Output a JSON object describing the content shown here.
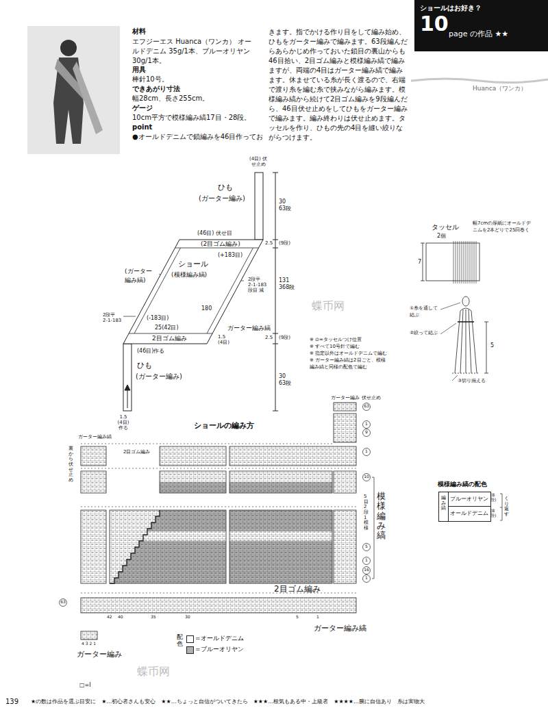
{
  "diagram": {
    "nodes": [
      {
        "text": [
          "ショールはお好き？",
          "10",
          "page の作品 ★★"
        ]
      },
      {
        "text": [
          "ショール",
          "(模様編み縞)"
        ]
      },
      {
        "text": [
          "模様編み縞の配色"
        ]
      },
      {
        "text": [
          "編み縞"
        ],
        "in": 2
      },
      {
        "text": [
          "ブルーオリヤン"
        ],
        "in": 2
      },
      {
        "text": [
          "オールドデニム"
        ],
        "in": 2
      }
    ],
    "labels": [
      "材料",
      "エフジーエス Huanca（ワンカ） オールドデニム 35g/1本、ブルーオリヤン 30g/1本。",
      "用具",
      "棒針10号。",
      "できあがり寸法",
      "幅28cm、長さ255cm。",
      "ゲージ",
      "10cm平方で模様編み縞17目・28段。",
      "point",
      "●オールドデニムで鎖編みを46目作ってお",
      "きます。指でかける作り目をして編み始め、ひもをガーター編みで編みます。63段編んだらあらかじめ作っておいた鎖目の裏山からも46目拾い、2目ゴム編みと模様編み縞で編みますが、両端の4目はガーター編み縞で編みます。休ませている糸が長く渡るので、右端で渡り糸を編む糸で挟みながら編みます。模様編み縞から続けて2目ゴム編みを9段編んだら、46目伏せ止めをしてひもをガーター編みで編みます。編み終わりは伏せ止めます。タッセルを作り、ひもの先の4目を縫い絞りながらつけます。",
      "Huanca（ワンカ）",
      "(4目) 伏せ止め",
      "ひも",
      "(ガーター編み)",
      "30",
      "63段",
      "(46目) 伏せ目",
      "(2目ゴム編み)",
      "2.5",
      "(9段)",
      "(+183目)",
      "(ガーター 編み縞)",
      "2段平",
      "2-1-183",
      "段目 減",
      "131",
      "368段",
      "2段平",
      "2-1-183",
      "(-183目)",
      "180",
      "ガーター編み縞",
      "25(42目)",
      "2目ゴム編み",
      "1.5",
      "(4目)",
      "2.5",
      "(9段)",
      "(46目)作る",
      "ひも",
      "(ガーター編み)",
      "30",
      "63段",
      "1.5",
      "(4目)",
      "作る",
      "※ ⊙=タッセルつけ位置",
      "※ すべて10号針で編む",
      "※ 指定以外はオールドデニムで編む",
      "※ ガーター編み縞は2目ごと、模様編み縞と同様の配色で編む",
      "タッセル",
      "2個",
      "幅7cmの厚紙にオールドデニムを2本どりで25回巻く",
      "7",
      "①糸を通して結ぶ",
      "②絞って結ぶ",
      "5",
      "③切り揃える",
      "ガーター編み",
      "伏せ止め",
      "63",
      "1",
      "9",
      "1",
      "10",
      "5",
      "1",
      "16",
      "1",
      "63",
      "ショールの編み方",
      "ガーター編み縞",
      "裏から伏せ止め",
      "2目ゴム編み",
      "模様編み縞",
      "5目2段1模様",
      "2目ゴム編み",
      "ガーター編み縞",
      "42",
      "40",
      "35",
      "30",
      "5",
      "1",
      "4 3 2 1",
      "ガーター編み",
      "配色",
      "□=Ⅰ",
      "(8段)",
      "(8段)",
      "くり返す",
      "139",
      "★の数は作品を選ぶ目安に　★…初心者さんも安心　★★…ちょっと自信がついてきたら　★★★…根気もある中・上級者　★★★★…腕に自信あり　糸は実物大",
      "蝶币网",
      "蝶币网"
    ],
    "legend": [
      {
        "text": "=オールドデニム",
        "color": "#ffffff"
      },
      {
        "text": "=ブルーオリヤン",
        "color": "#b0b0b0"
      }
    ]
  }
}
